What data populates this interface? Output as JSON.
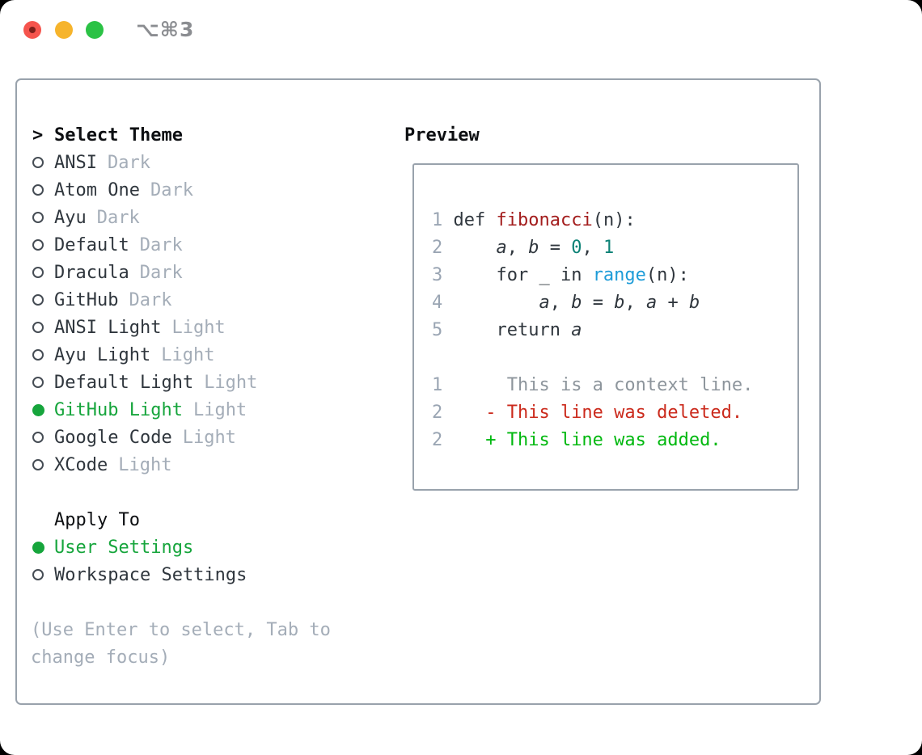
{
  "window": {
    "title": "⌥⌘3",
    "traffic_lights": [
      {
        "name": "close-button"
      },
      {
        "name": "minimize-button"
      },
      {
        "name": "zoom-button"
      }
    ]
  },
  "theme_panel": {
    "header": {
      "marker": ">",
      "label": "Select Theme"
    },
    "items": [
      {
        "label": "ANSI",
        "tag": "Dark",
        "selected": false
      },
      {
        "label": "Atom One",
        "tag": "Dark",
        "selected": false
      },
      {
        "label": "Ayu",
        "tag": "Dark",
        "selected": false
      },
      {
        "label": "Default",
        "tag": "Dark",
        "selected": false
      },
      {
        "label": "Dracula",
        "tag": "Dark",
        "selected": false
      },
      {
        "label": "GitHub",
        "tag": "Dark",
        "selected": false
      },
      {
        "label": "ANSI Light",
        "tag": "Light",
        "selected": false
      },
      {
        "label": "Ayu Light",
        "tag": "Light",
        "selected": false
      },
      {
        "label": "Default Light",
        "tag": "Light",
        "selected": false
      },
      {
        "label": "GitHub Light",
        "tag": "Light",
        "selected": true
      },
      {
        "label": "Google Code",
        "tag": "Light",
        "selected": false
      },
      {
        "label": "XCode",
        "tag": "Light",
        "selected": false
      }
    ],
    "apply_to": {
      "label": "Apply To",
      "options": [
        {
          "label": "User Settings",
          "selected": true
        },
        {
          "label": "Workspace Settings",
          "selected": false
        }
      ]
    },
    "hint_lines": [
      "(Use Enter to select, Tab to",
      "change focus)"
    ]
  },
  "preview": {
    "title": "Preview",
    "code_lines": [
      [
        [
          "n",
          "1"
        ],
        [
          "c",
          " def "
        ],
        [
          "f",
          "fibonacci"
        ],
        [
          "c",
          "(n):"
        ]
      ],
      [
        [
          "n",
          "2"
        ],
        [
          "c",
          "     "
        ],
        [
          "v",
          "a"
        ],
        [
          "c",
          ", "
        ],
        [
          "v",
          "b"
        ],
        [
          "c",
          " = "
        ],
        [
          "l",
          "0"
        ],
        [
          "c",
          ", "
        ],
        [
          "l",
          "1"
        ]
      ],
      [
        [
          "n",
          "3"
        ],
        [
          "c",
          "     for _ in "
        ],
        [
          "b",
          "range"
        ],
        [
          "c",
          "(n):"
        ]
      ],
      [
        [
          "n",
          "4"
        ],
        [
          "c",
          "         "
        ],
        [
          "v",
          "a"
        ],
        [
          "c",
          ", "
        ],
        [
          "v",
          "b"
        ],
        [
          "c",
          " = "
        ],
        [
          "v",
          "b"
        ],
        [
          "c",
          ", "
        ],
        [
          "v",
          "a"
        ],
        [
          "c",
          " + "
        ],
        [
          "v",
          "b"
        ]
      ],
      [
        [
          "n",
          "5"
        ],
        [
          "c",
          "     return "
        ],
        [
          "v",
          "a"
        ]
      ],
      [],
      [
        [
          "n",
          "1"
        ],
        [
          "x",
          "      This is a context line."
        ]
      ],
      [
        [
          "n",
          "2"
        ],
        [
          "d",
          "    - This line was deleted."
        ]
      ],
      [
        [
          "n",
          "2"
        ],
        [
          "a",
          "    + This line was added."
        ]
      ]
    ]
  },
  "colors": {
    "window_bg": "#ffffff",
    "panel_border": "#99a2ac",
    "heading_black": "#0d0f12",
    "text_dark": "#2f363d",
    "dim_gray": "#a4adb8",
    "hint_gray": "#a4adb8",
    "radio_ring": "#454c54",
    "accent_green": "#16a53c",
    "line_number": "#9aa5b3",
    "context_gray": "#8d959c",
    "diff_red": "#cb2a1c",
    "diff_green": "#00b80f",
    "func_red": "#a31d1d",
    "literal_teal": "#0d8276",
    "builtin_blue": "#1e9cd8",
    "titlebar_text": "#8b8d91",
    "light_red": "#f5544d",
    "light_red_dot": "#7d1f1a",
    "light_yellow": "#f6b42c",
    "light_green": "#2bc245"
  }
}
